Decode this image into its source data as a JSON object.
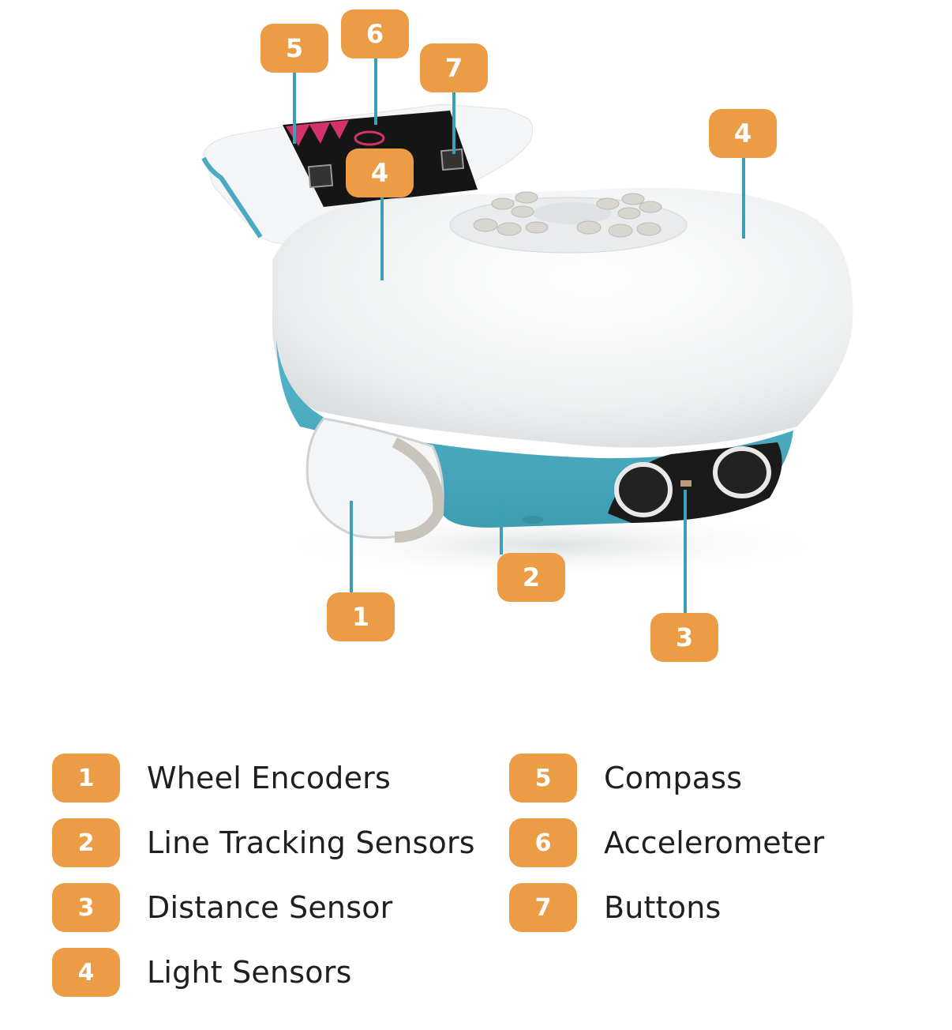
{
  "colors": {
    "badge": "#eb9c45",
    "badge_text": "#ffffff",
    "leader": "#3aa0b5",
    "robot_body": "#f2f4f5",
    "robot_base": "#4aabc0",
    "label_text": "#1f1f1f"
  },
  "callouts": [
    {
      "number": "5",
      "target": "compass"
    },
    {
      "number": "6",
      "target": "accelerometer"
    },
    {
      "number": "7",
      "target": "buttons"
    },
    {
      "number": "4",
      "target": "light-sensor-left"
    },
    {
      "number": "4",
      "target": "light-sensor-right"
    },
    {
      "number": "1",
      "target": "wheel-encoder"
    },
    {
      "number": "2",
      "target": "line-tracking-sensors"
    },
    {
      "number": "3",
      "target": "distance-sensor"
    }
  ],
  "legend": {
    "items": [
      {
        "number": "1",
        "label": "Wheel Encoders"
      },
      {
        "number": "2",
        "label": "Line Tracking Sensors"
      },
      {
        "number": "3",
        "label": "Distance Sensor"
      },
      {
        "number": "4",
        "label": "Light Sensors"
      },
      {
        "number": "5",
        "label": "Compass"
      },
      {
        "number": "6",
        "label": "Accelerometer"
      },
      {
        "number": "7",
        "label": "Buttons"
      }
    ]
  }
}
